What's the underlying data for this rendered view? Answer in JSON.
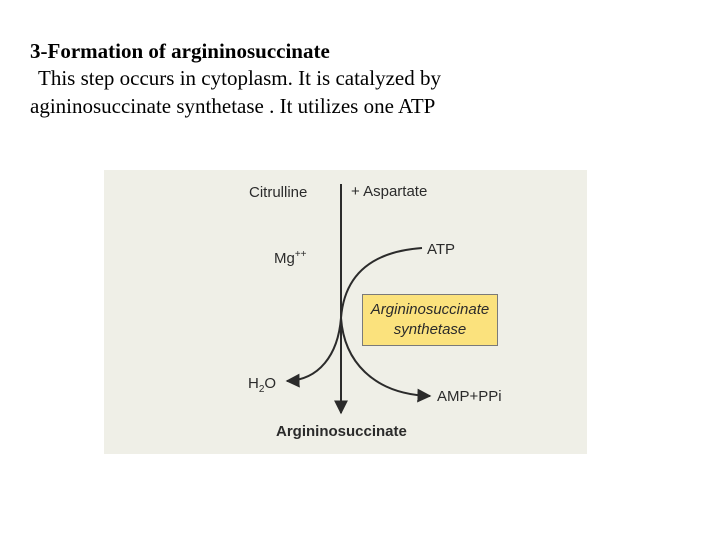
{
  "slide": {
    "heading": "3-Formation of argininosuccinate",
    "line1": "This step occurs in cytoplasm. It is catalyzed by",
    "line2": "agininosuccinate synthetase . It utilizes one ATP"
  },
  "diagram": {
    "citrulline": "Citrulline",
    "aspartate": "+ Aspartate",
    "mg": "Mg",
    "mg_charge": "++",
    "atp": "ATP",
    "enzyme_line1": "Argininosuccinate",
    "enzyme_line2": "synthetase",
    "h2o_h": "H",
    "h2o_sub": "2",
    "h2o_o": "O",
    "amp": "AMP+PPi",
    "product": "Argininosuccinate"
  }
}
